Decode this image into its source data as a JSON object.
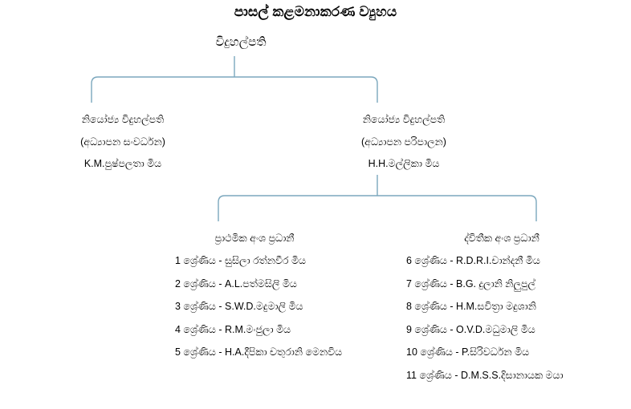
{
  "title": "පාසල් කළමනාකරණ ව්‍යුහය",
  "colors": {
    "connector": "#7ba7bd",
    "text": "#000000",
    "background": "#ffffff"
  },
  "root": {
    "label": "විදුහල්පති"
  },
  "deputies": [
    {
      "role": "නියෝජ්‍ය විදුහල්පති",
      "portfolio": "(අධ්‍යාපන සංවර්ධන)",
      "name": "K.M.පුෂ්පලතා මිය"
    },
    {
      "role": "නියෝජ්‍ය විදුහල්පති",
      "portfolio": "(අධ්‍යාපන පරිපාලන)",
      "name": "H.H.මල්ලිකා මිය"
    }
  ],
  "sections": [
    {
      "head": "ප්‍රාථමික අංශ ප්‍රධානී",
      "members": [
        "1 ශ්‍රේණිය - සුසිලා රත්නවීර මිය",
        "2 ශ්‍රේණිය - A.L.පත්මසිලි මිය",
        "3 ශ්‍රේණිය - S.W.D.මදුමාලි මිය",
        "4 ශ්‍රේණිය - R.M.මංජුලා මිය",
        "5 ශ්‍රේණිය - H.A.දීපිකා චතුරානි මෙනවිය"
      ]
    },
    {
      "head": "ද්විතීක අංශ ප්‍රධානී",
      "members": [
        "6 ශ්‍රේණිය - R.D.R.I.චාන්දනී මිය",
        "7 ශ්‍රේණිය - B.G. දුලානි නිලුපුල්",
        "8 ශ්‍රේණිය - H.M.සවිත්‍රා මදුශානි",
        "9 ශ්‍රේණිය - O.V.D.මධුමාලි මිය",
        "10 ශ්‍රේණිය - P.සිරිවර්ධන මිය",
        "11 ශ්‍රේණිය - D.M.S.S.දිසානායක මයා"
      ]
    }
  ]
}
